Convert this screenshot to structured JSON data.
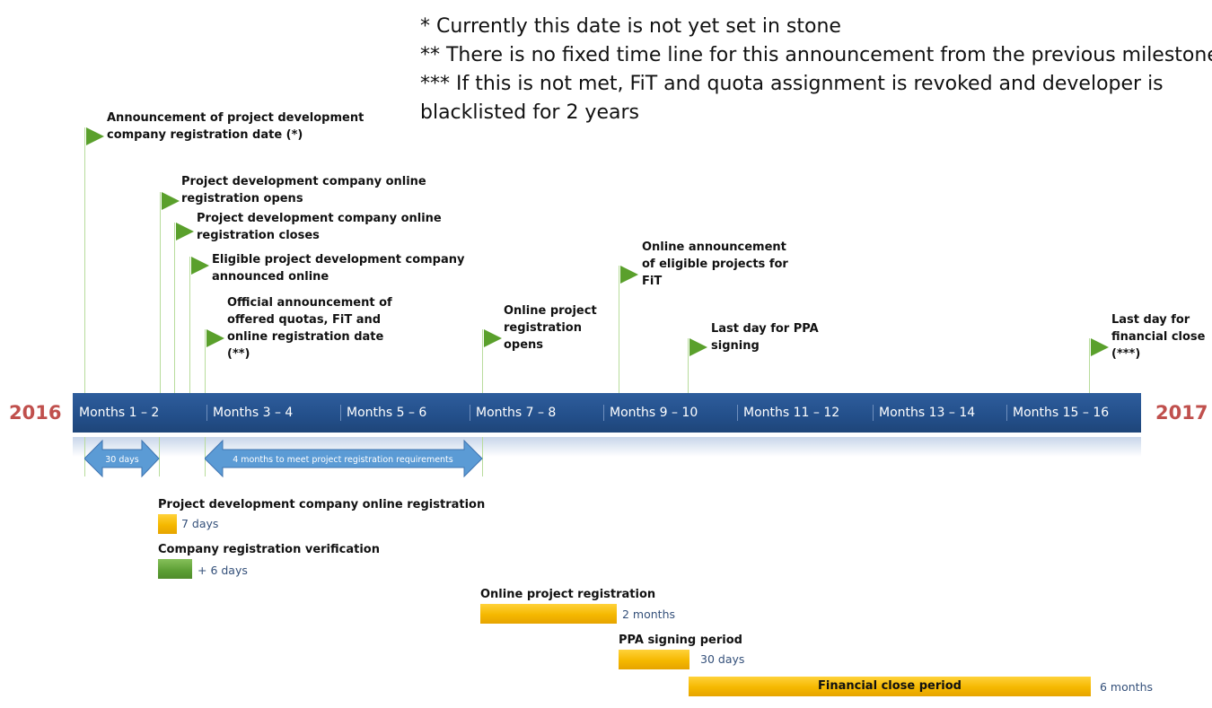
{
  "notes": [
    "* Currently this date is not yet set in stone",
    "** There is no fixed time line for this announcement from the previous milestone",
    "*** If this is not met, FiT and quota assignment is revoked and developer is",
    "blacklisted for 2 years"
  ],
  "years": {
    "start": "2016",
    "end": "2017"
  },
  "segments": [
    "Months 1 – 2",
    "Months 3 – 4",
    "Months 5 – 6",
    "Months 7 – 8",
    "Months 9 – 10",
    "Months 11 – 12",
    "Months 13 – 14",
    "Months 15 – 16"
  ],
  "milestones": [
    {
      "lines": [
        "Announcement of project development",
        "company registration date (*)"
      ]
    },
    {
      "lines": [
        "Project development company online",
        "registration opens"
      ]
    },
    {
      "lines": [
        "Project development company online",
        "registration closes"
      ]
    },
    {
      "lines": [
        "Eligible project development company",
        "announced online"
      ]
    },
    {
      "lines": [
        "Official announcement of",
        "offered quotas, FiT and",
        "online registration date",
        "(**)"
      ]
    },
    {
      "lines": [
        "Online project",
        "registration",
        "opens"
      ]
    },
    {
      "lines": [
        "Online announcement",
        "of eligible projects for",
        "FiT"
      ]
    },
    {
      "lines": [
        "Last day for PPA",
        "signing"
      ]
    },
    {
      "lines": [
        "Last day for",
        "financial close",
        "(***)"
      ]
    }
  ],
  "spans": [
    {
      "label": "30 days"
    },
    {
      "label": "4 months to meet project registration requirements"
    }
  ],
  "tasks": [
    {
      "title": "Project development company online registration",
      "duration": "7 days",
      "color": "#f5b800"
    },
    {
      "title": "Company registration verification",
      "duration": "+ 6 days",
      "color": "#5c9e34"
    },
    {
      "title": "Online project registration",
      "duration": "2 months",
      "color": "#f5b800"
    },
    {
      "title": "PPA signing period",
      "duration": "30 days",
      "color": "#f5b800"
    },
    {
      "title": "Financial close period",
      "duration": "6 months",
      "color": "#f5b800"
    }
  ],
  "colors": {
    "timeline": "#234f8a",
    "year": "#c0504d",
    "flag": "#5aa02c",
    "arrow": "#5b9bd5"
  }
}
